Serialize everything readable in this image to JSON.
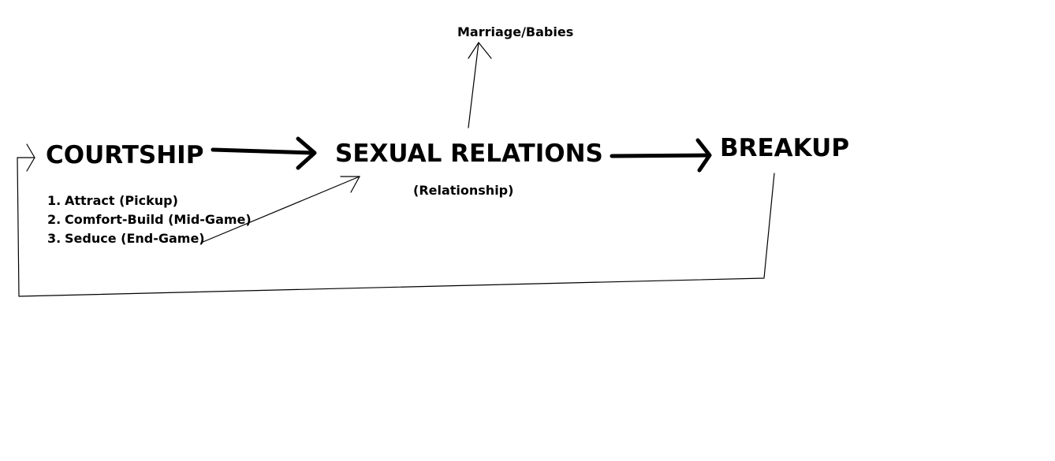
{
  "nodes": {
    "courtship": "COURTSHIP",
    "sexual_relations": "SEXUAL RELATIONS",
    "relationship_note": "(Relationship)",
    "marriage": "Marriage/Babies",
    "breakup": "BREAKUP"
  },
  "courtship_steps": [
    {
      "number": "1.",
      "text": "Attract (Pickup)"
    },
    {
      "number": "2.",
      "text": "Comfort-Build (Mid-Game)"
    },
    {
      "number": "3.",
      "text": "Seduce (End-Game)"
    }
  ],
  "colors": {
    "stroke": "#000000",
    "background": "#ffffff"
  }
}
